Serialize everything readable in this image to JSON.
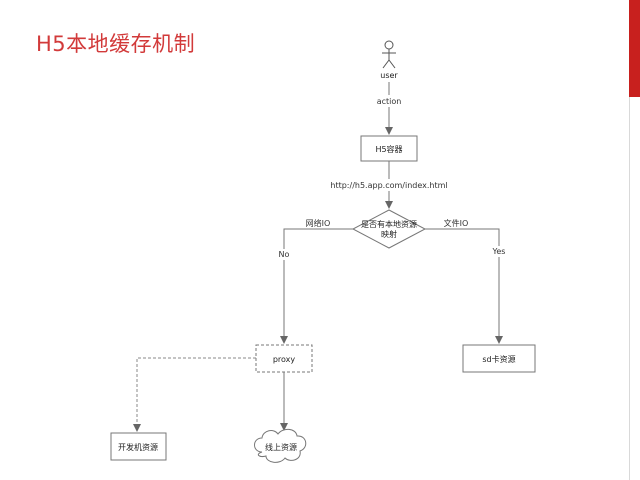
{
  "slide": {
    "title": "H5本地缓存机制",
    "accent_color": "#c8201e",
    "title_color": "#d23a3a"
  },
  "diagram": {
    "nodes": {
      "user": "user",
      "container": "H5容器",
      "decision_line1": "是否有本地资源",
      "decision_line2": "映射",
      "proxy": "proxy",
      "sdcard": "sd卡资源",
      "devmachine": "开发机资源",
      "online": "线上资源"
    },
    "edges": {
      "action": "action",
      "url": "http://h5.app.com/index.html",
      "network_io": "网络IO",
      "no": "No",
      "file_io": "文件IO",
      "yes": "Yes"
    }
  }
}
